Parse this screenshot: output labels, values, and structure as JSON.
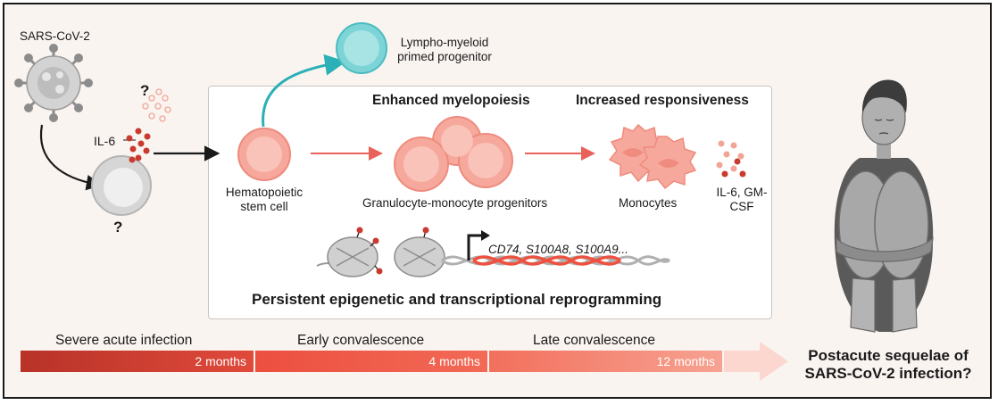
{
  "virus_label": "SARS-CoV-2",
  "il6_label": "IL-6",
  "question_mark": "?",
  "lympho_label": "Lympho-myeloid primed progenitor",
  "hsc_label": "Hematopoietic stem cell",
  "enhanced_title": "Enhanced myelopoiesis",
  "increased_title": "Increased responsiveness",
  "gmp_label": "Granulocyte-monocyte progenitors",
  "monocytes_label": "Monocytes",
  "cytokines_label": "IL-6, GM-CSF",
  "genes_label": "CD74, S100A8, S100A9...",
  "epigenetic_title": "Persistent epigenetic and transcriptional reprogramming",
  "timeline": {
    "stages": [
      "Severe acute infection",
      "Early convalescence",
      "Late convalescence"
    ],
    "months": [
      "2 months",
      "4 months",
      "12 months"
    ],
    "colors": [
      "#c8352b",
      "#ee5140",
      "#f5907e"
    ]
  },
  "outcome_label": "Postacute sequelae of SARS-CoV-2 infection?"
}
